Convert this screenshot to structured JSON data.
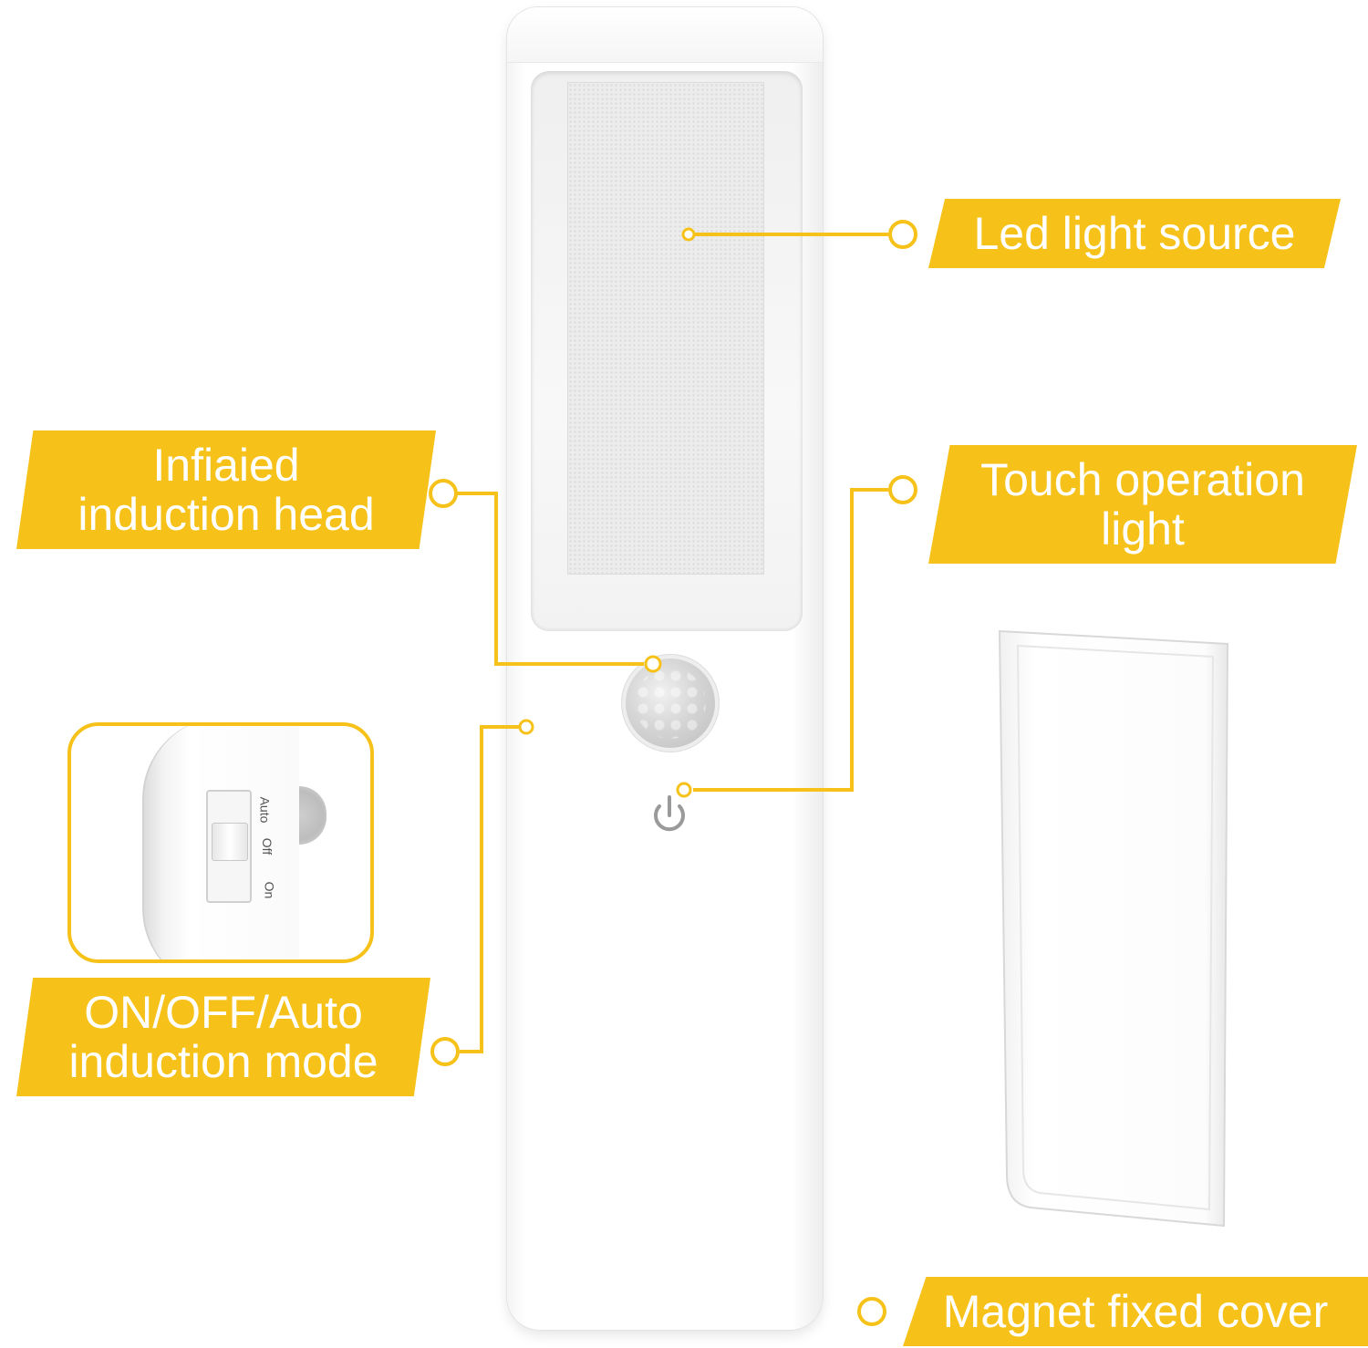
{
  "callouts": {
    "led_light_source": "Led light source",
    "infrared_head_line1": "Infiaied",
    "infrared_head_line2": "induction head",
    "touch_light_line1": "Touch operation",
    "touch_light_line2": "light",
    "mode_line1": "ON/OFF/Auto",
    "mode_line2": "induction mode",
    "magnet_cover": "Magnet fixed cover"
  },
  "switch": {
    "positions": [
      "Auto",
      "Off",
      "On"
    ],
    "selected": "Off"
  },
  "colors": {
    "accent": "#f6c21a",
    "callout_text": "#ffffff",
    "device_body": "#ffffff",
    "background": "#ffffff"
  },
  "icons": [
    "power-icon",
    "motion-sensor-icon",
    "callout-dot-icon"
  ]
}
